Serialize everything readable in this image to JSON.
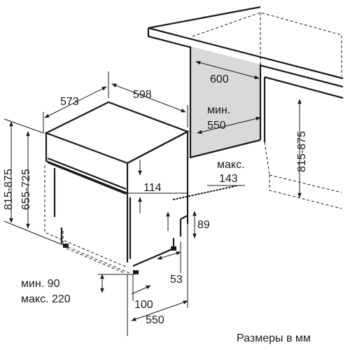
{
  "diagram": {
    "caption": "Размеры в мм",
    "dimensions": {
      "cabinet_width": "600",
      "niche_depth_label": "мин.",
      "niche_depth_value": "550",
      "cabinet_height": "815-875",
      "unit_depth": "573",
      "unit_width": "598",
      "unit_height_outer": "815-875",
      "unit_height_inner": "655-725",
      "panel_height": "114",
      "offset_label": "макс.",
      "offset_value": "143",
      "plinth_height": "89",
      "foot_min": "мин. 90",
      "foot_max": "макс. 220",
      "foot_offset": "53",
      "base_depth_small": "100",
      "base_depth": "550"
    }
  }
}
